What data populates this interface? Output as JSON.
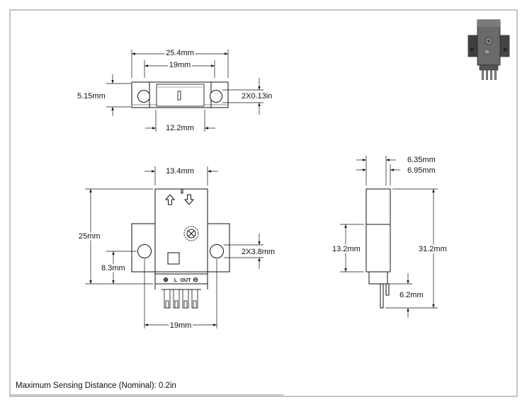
{
  "top_view": {
    "overall_width": "25.4mm",
    "hole_spacing": "19mm",
    "height": "5.15mm",
    "hole_dia": "2X0.13in",
    "slot_width": "12.2mm"
  },
  "front_view": {
    "head_width": "13.4mm",
    "overall_height": "25mm",
    "hole_height": "8.3mm",
    "hole_dia": "2X3.8mm",
    "hole_spacing": "19mm",
    "pin_labels": [
      "⊕",
      "L",
      "OUT",
      "⊖"
    ]
  },
  "side_view": {
    "width_a": "6.35mm",
    "width_b": "6.95mm",
    "body_height": "13.2mm",
    "overall_height": "31.2mm",
    "pin_length": "6.2mm"
  },
  "note": "Maximum Sensing Distance (Nominal): 0.2in"
}
